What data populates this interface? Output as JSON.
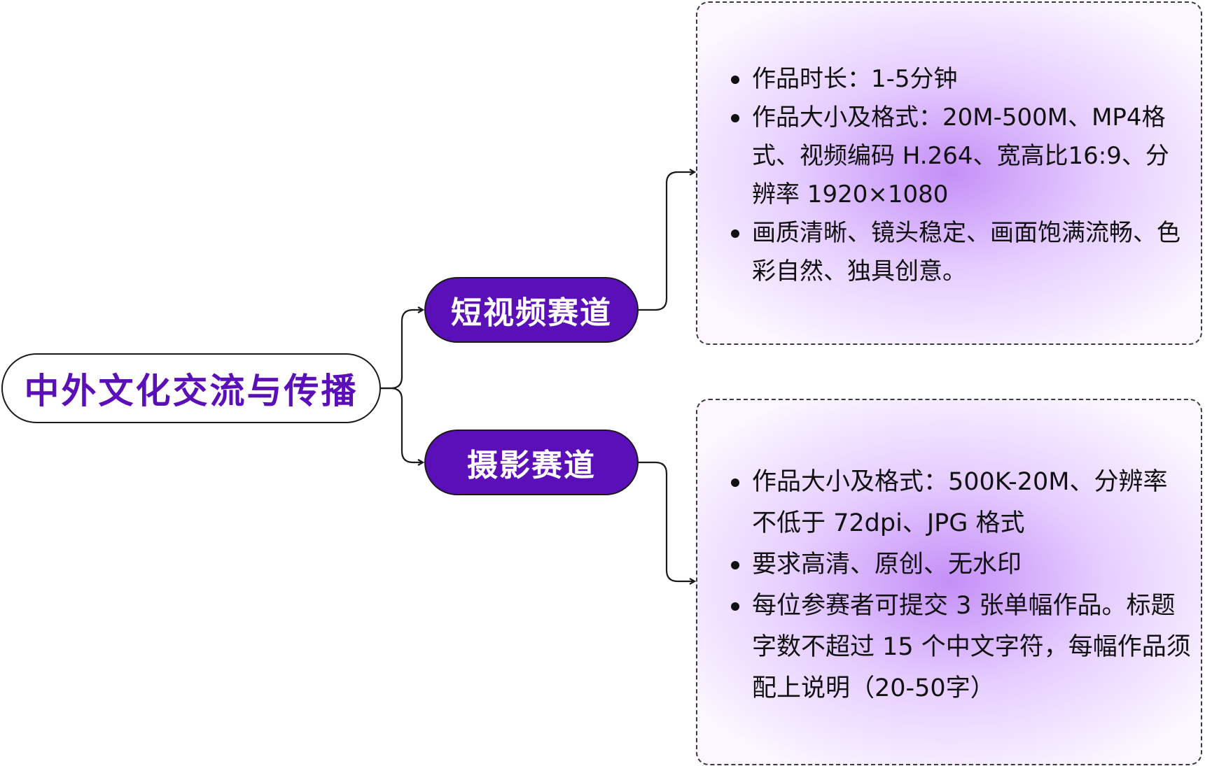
{
  "root": {
    "label": "中外文化交流与传播"
  },
  "branches": [
    {
      "label": "短视频赛道",
      "details": [
        "作品时长：1-5分钟",
        "作品大小及格式：20M-500M、MP4格式、视频编码 H.264、宽高比16:9、分辨率 1920×1080",
        "画质清晰、镜头稳定、画面饱满流畅、色彩自然、独具创意。"
      ]
    },
    {
      "label": "摄影赛道",
      "details": [
        "作品大小及格式：500K-20M、分辨率不低于 72dpi、JPG 格式",
        "要求高清、原创、无水印",
        "每位参赛者可提交 3 张单幅作品。标题字数不超过 15 个中文字符，每幅作品须配上说明（20-50字）"
      ]
    }
  ],
  "colors": {
    "accent": "#5a0fb8",
    "node_border": "#1a1a1a",
    "box_center": "#c48ff7",
    "box_edge": "#fbf6ff"
  }
}
